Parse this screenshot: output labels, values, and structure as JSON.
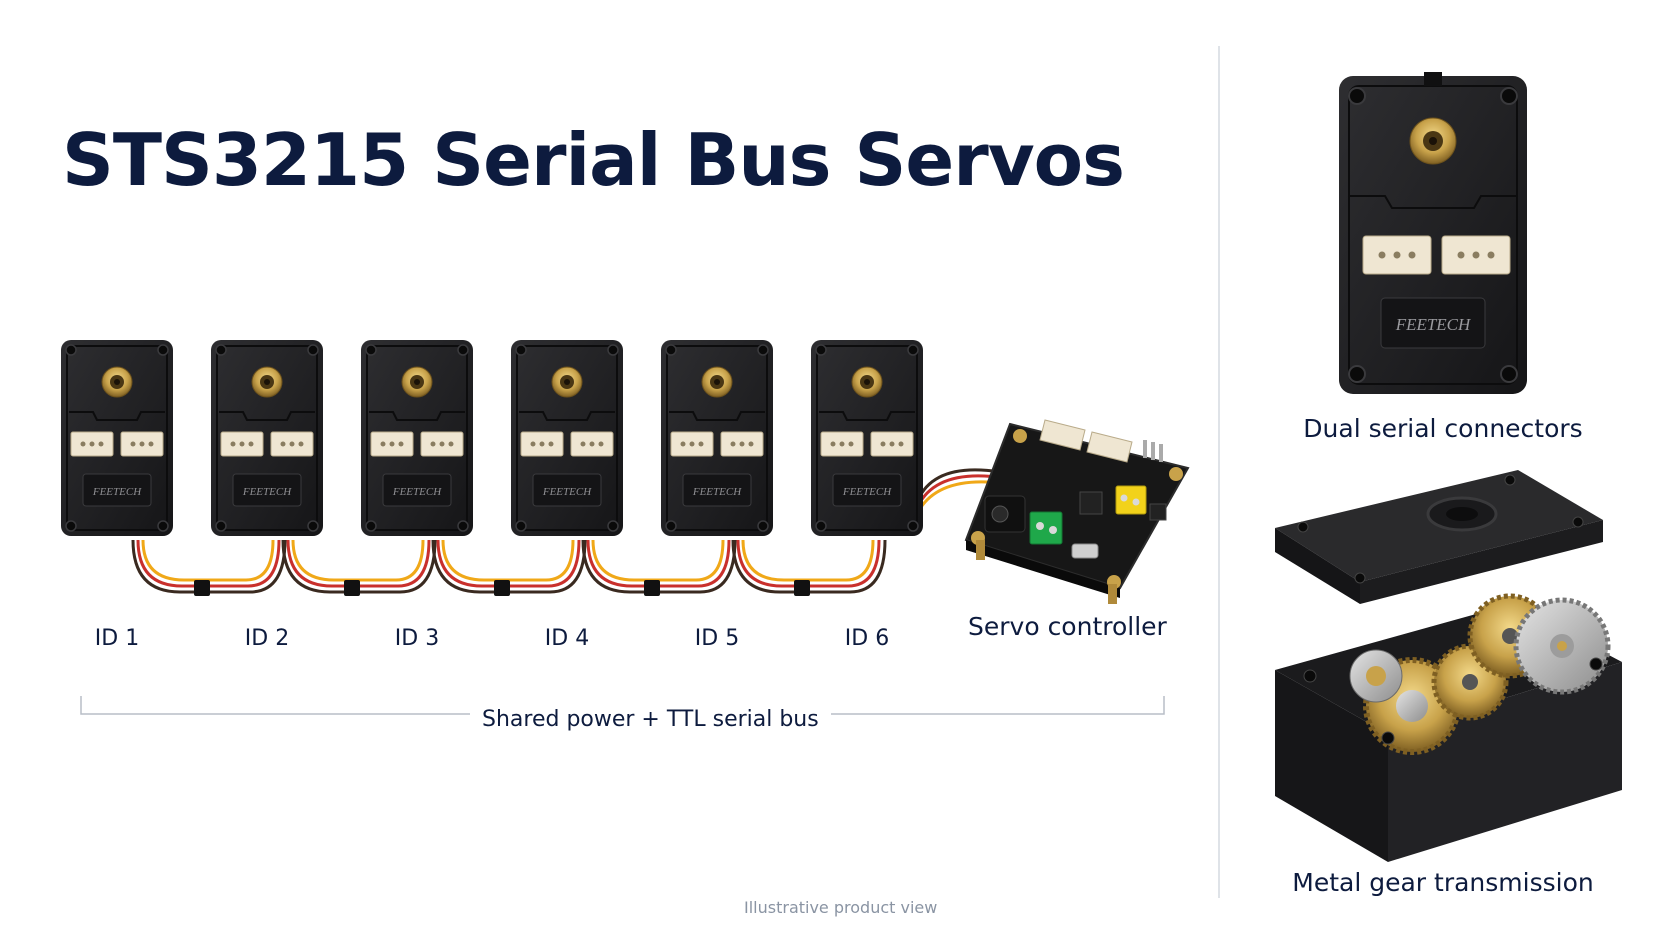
{
  "title": "STS3215 Serial Bus Servos",
  "servo_ids": [
    "ID 1",
    "ID 2",
    "ID 3",
    "ID 4",
    "ID 5",
    "ID 6"
  ],
  "servo_brand": "FEETECH",
  "controller_label": "Servo controller",
  "bus_label": "Shared power + TTL serial bus",
  "side_panels": [
    {
      "label": "Dual serial connectors"
    },
    {
      "label": "Metal gear transmission"
    }
  ],
  "footnote": "Illustrative product view",
  "colors": {
    "title": "#0d1b3e",
    "servo_body": "#1f1f21",
    "brass": "#c8a24a",
    "connector": "#efe6d2",
    "wire_red": "#c9302c",
    "wire_yellow": "#f0a818",
    "wire_brown": "#3a2a20",
    "board": "#161616",
    "terminal_green": "#1fa84a",
    "terminal_yellow": "#f2d21a"
  }
}
